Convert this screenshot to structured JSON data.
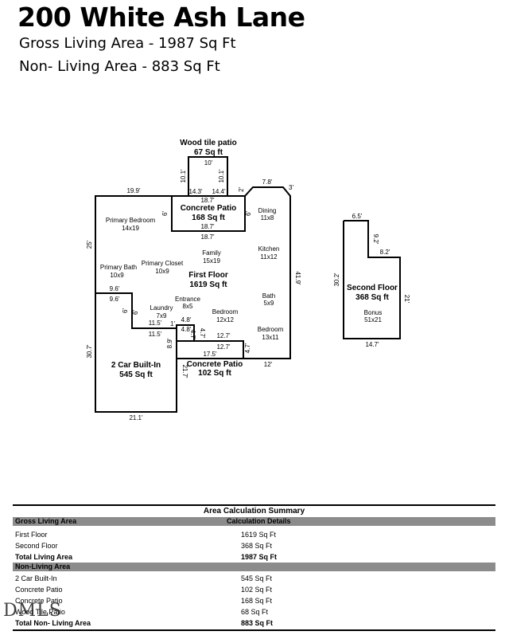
{
  "header": {
    "address": "200 White Ash Lane",
    "gross_living": "Gross Living Area - 1987 Sq Ft",
    "non_living": "Non- Living Area - 883 Sq Ft"
  },
  "plan": {
    "wood_patio": {
      "name": "Wood tile patio",
      "area": "67 Sq ft"
    },
    "concrete_patio_top": {
      "name": "Concrete Patio",
      "area": "168 Sq ft"
    },
    "first_floor": {
      "name": "First Floor",
      "area": "1619 Sq ft"
    },
    "garage": {
      "name": "2 Car Built-In",
      "area": "545 Sq ft"
    },
    "concrete_patio_bottom": {
      "name": "Concrete Patio",
      "area": "102 Sq ft"
    },
    "second_floor": {
      "name": "Second Floor",
      "area": "368 Sq ft"
    },
    "rooms": {
      "primary_bedroom": {
        "name": "Primary Bedroom",
        "size": "14x19"
      },
      "dining": {
        "name": "Dining",
        "size": "11x8"
      },
      "kitchen": {
        "name": "Kitchen",
        "size": "11x12"
      },
      "family": {
        "name": "Family",
        "size": "15x19"
      },
      "primary_closet": {
        "name": "Primary Closet",
        "size": "10x9"
      },
      "primary_bath": {
        "name": "Primary Bath",
        "size": "10x9"
      },
      "entrance": {
        "name": "Entrance",
        "size": "8x5"
      },
      "laundry": {
        "name": "Laundry",
        "size": "7x9"
      },
      "bedroom_mid": {
        "name": "Bedroom",
        "size": "12x12"
      },
      "bath": {
        "name": "Bath",
        "size": "5x9"
      },
      "bedroom_right": {
        "name": "Bedroom",
        "size": "13x11"
      },
      "bonus": {
        "name": "Bonus",
        "size": "51x21"
      }
    },
    "dims": {
      "wp_top": "10'",
      "wp_left": "10.1'",
      "wp_right": "10.1'",
      "d_14_3": "14.3'",
      "d_14_4": "14.4'",
      "d_18_7a": "18.7'",
      "d_18_7b": "18.7'",
      "d_18_7c": "18.7'",
      "d_19_9": "19.9'",
      "d_2": "2'",
      "d_7_8": "7.8'",
      "d_3": "3'",
      "d_6a": "6'",
      "d_6b": "6'",
      "d_25": "25'",
      "d_41_9": "41.9'",
      "d_9_6a": "9.6'",
      "d_9_6b": "9.6'",
      "d_6c": "6'",
      "d_11_5a": "11.5'",
      "d_11_5b": "11.5'",
      "d_1": "1'",
      "d_4_8a": "4.8'",
      "d_4_8b": "4.8'",
      "d_4_7a": "4.7'",
      "d_4_7b": "4.7'",
      "d_12_7a": "12.7'",
      "d_12_7b": "12.7'",
      "d_8_9": "8.9'",
      "d_17_5": "17.5'",
      "d_12": "12'",
      "d_30_7": "30.7'",
      "d_21_7": "21.7'",
      "d_21_1": "21.1'",
      "d_6_5": "6.5'",
      "d_9_2": "9.2'",
      "d_8_2": "8.2'",
      "d_30_2": "30.2'",
      "d_21": "21'",
      "d_14_7": "14.7'"
    }
  },
  "summary": {
    "title": "Area Calculation Summary",
    "gross_header": "Gross Living Area",
    "details_header": "Calculation Details",
    "gross_rows": [
      {
        "label": "First Floor",
        "value": "1619 Sq Ft"
      },
      {
        "label": "Second Floor",
        "value": "368 Sq Ft"
      }
    ],
    "gross_total": {
      "label": "Total Living Area",
      "value": "1987 Sq Ft"
    },
    "non_header": "Non-Living Area",
    "non_rows": [
      {
        "label": "2 Car Built-In",
        "value": "545 Sq Ft"
      },
      {
        "label": "Concrete Patio",
        "value": "102 Sq Ft"
      },
      {
        "label": "Concrete Patio",
        "value": "168 Sq Ft"
      },
      {
        "label": "Wood Tile Patio",
        "value": "68 Sq Ft"
      }
    ],
    "non_total": {
      "label": "Total Non- Living Area",
      "value": "883 Sq Ft"
    }
  },
  "watermark": "DMLS"
}
